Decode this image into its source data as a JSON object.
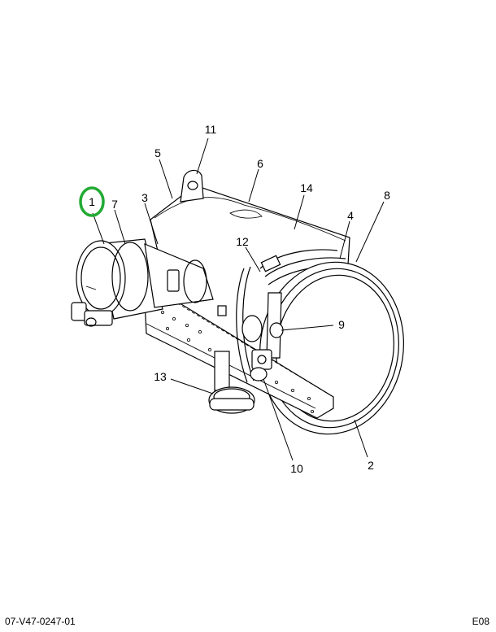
{
  "callouts": {
    "c1": "1",
    "c2": "2",
    "c3": "3",
    "c4": "4",
    "c5": "5",
    "c6": "6",
    "c7": "7",
    "c8": "8",
    "c9": "9",
    "c10": "10",
    "c11": "11",
    "c12": "12",
    "c13": "13",
    "c14": "14"
  },
  "footer": {
    "left": "07-V47-0247-01",
    "right": "E08"
  },
  "highlight_color": "#22aa33"
}
